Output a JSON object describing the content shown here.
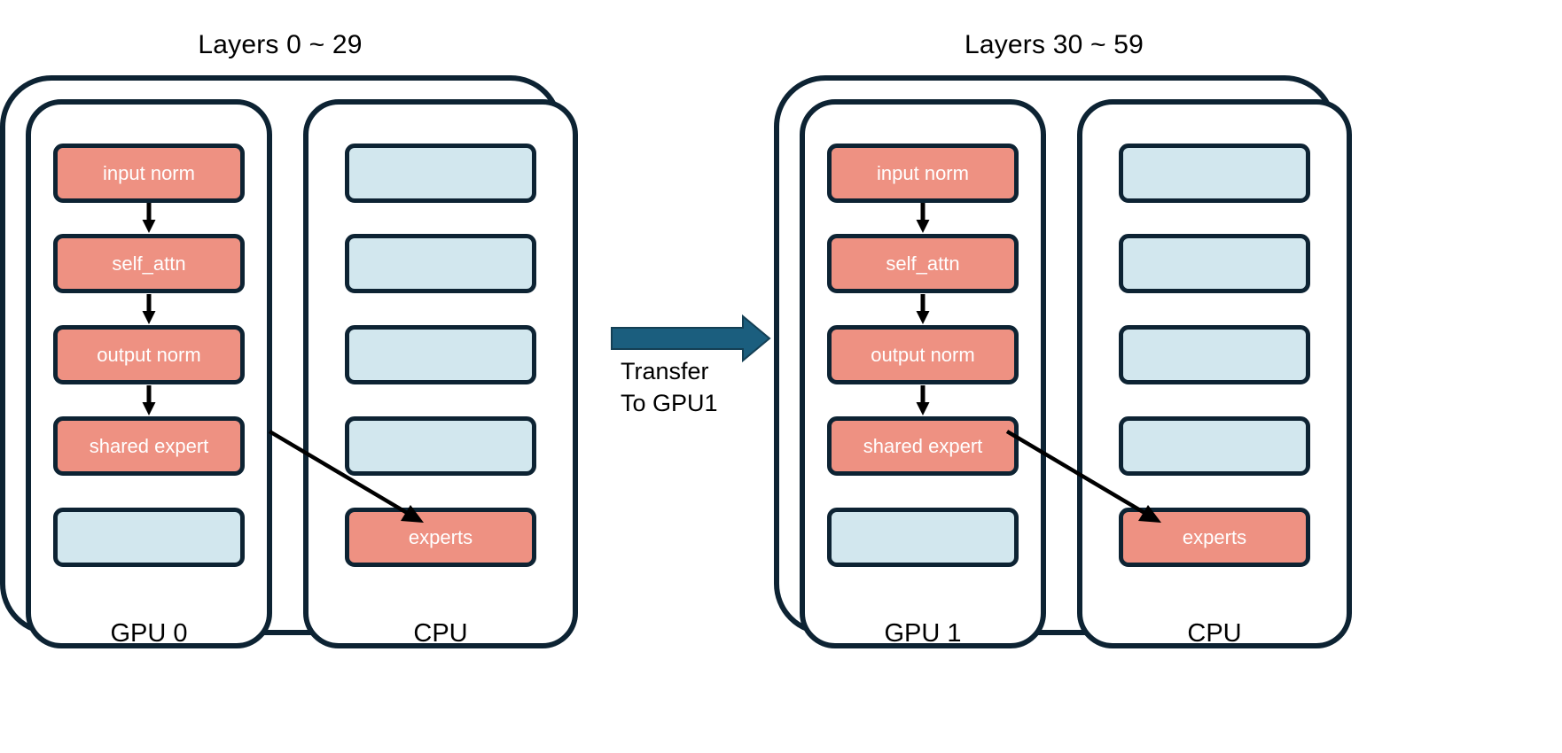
{
  "diagram": {
    "title_left": "Layers 0 ~ 29",
    "title_right": "Layers 30 ~ 59",
    "colors": {
      "active": "#ee9182",
      "inactive": "#d2e7ee",
      "border": "#0d2333",
      "transfer_arrow": "#1b5e7e",
      "label_text": "#000000",
      "cell_text": "#ffffff",
      "background": "#ffffff"
    }
  },
  "groups": [
    {
      "id": "group-left",
      "title": "Layers 0 ~ 29",
      "gpu": {
        "label": "GPU 0",
        "cells": [
          {
            "label": "input norm",
            "state": "active"
          },
          {
            "label": "self_attn",
            "state": "active"
          },
          {
            "label": "output norm",
            "state": "active"
          },
          {
            "label": "shared expert",
            "state": "active"
          },
          {
            "label": "",
            "state": "inactive"
          }
        ]
      },
      "cpu": {
        "label": "CPU",
        "cells": [
          {
            "label": "",
            "state": "inactive"
          },
          {
            "label": "",
            "state": "inactive"
          },
          {
            "label": "",
            "state": "inactive"
          },
          {
            "label": "",
            "state": "inactive"
          },
          {
            "label": "experts",
            "state": "active"
          }
        ]
      }
    },
    {
      "id": "group-right",
      "title": "Layers 30 ~ 59",
      "gpu": {
        "label": "GPU 1",
        "cells": [
          {
            "label": "input norm",
            "state": "active"
          },
          {
            "label": "self_attn",
            "state": "active"
          },
          {
            "label": "output norm",
            "state": "active"
          },
          {
            "label": "shared expert",
            "state": "active"
          },
          {
            "label": "",
            "state": "inactive"
          }
        ]
      },
      "cpu": {
        "label": "CPU",
        "cells": [
          {
            "label": "",
            "state": "inactive"
          },
          {
            "label": "",
            "state": "inactive"
          },
          {
            "label": "",
            "state": "inactive"
          },
          {
            "label": "",
            "state": "inactive"
          },
          {
            "label": "experts",
            "state": "active"
          }
        ]
      }
    }
  ],
  "transfer": {
    "line1": "Transfer",
    "line2": "To GPU1",
    "text": "Transfer\nTo GPU1"
  }
}
